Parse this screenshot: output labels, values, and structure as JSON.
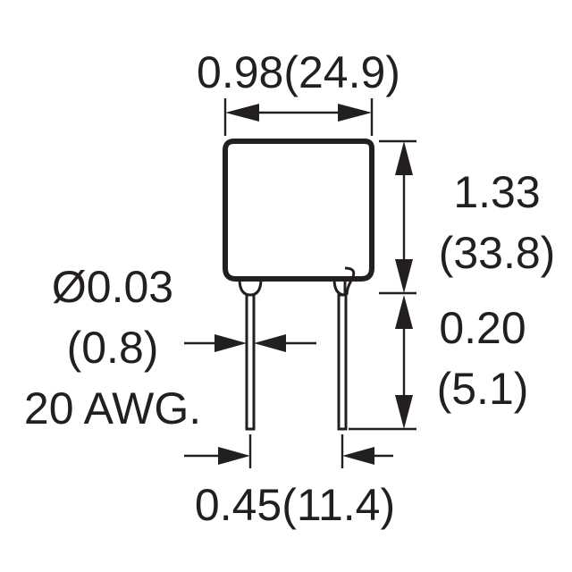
{
  "diagram": {
    "width_dim": "0.98(24.9)",
    "height_dim_in": "1.33",
    "height_dim_mm": "(33.8)",
    "lead_dia_in": "Ø0.03",
    "lead_dia_mm": "(0.8)",
    "lead_gauge": "20 AWG.",
    "lead_len_in": "0.20",
    "lead_len_mm": "(5.1)",
    "lead_spacing": "0.45(11.4)"
  }
}
